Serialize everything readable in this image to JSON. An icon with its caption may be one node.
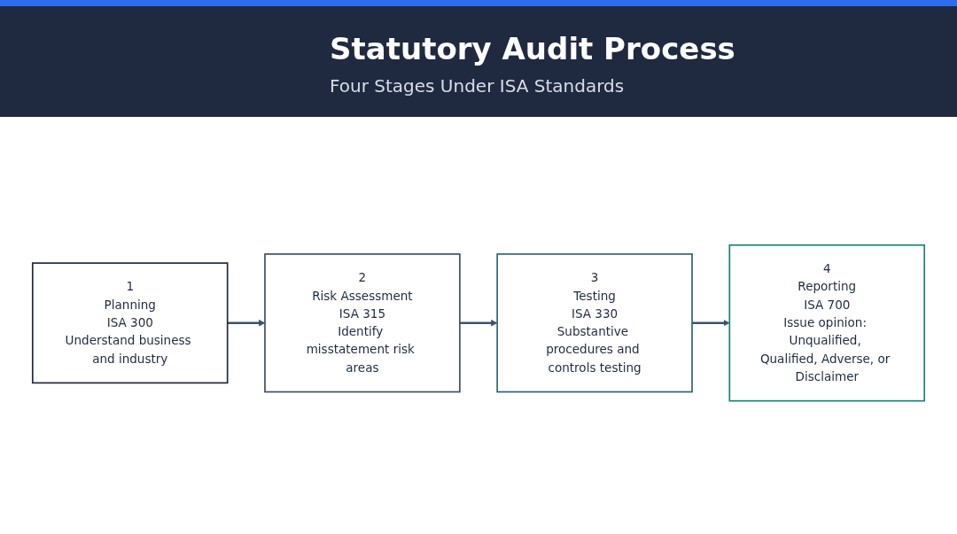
{
  "diagram": {
    "title": "Statutory Audit Process",
    "nodes": [
      {
        "text": [
          "1",
          "Planning",
          "ISA 300",
          "Understand business and industry"
        ]
      },
      {
        "text": [
          "2",
          "Risk Assessment",
          "ISA 315",
          "Identify misstatement risk areas"
        ]
      },
      {
        "text": [
          "3",
          "Testing",
          "ISA 330",
          "Substantive procedures and controls testing"
        ]
      },
      {
        "text": [
          "4",
          "Reporting",
          "ISA 700",
          "Issue opinion: Unqualified, Qualified, Adverse, or Disclaimer"
        ]
      }
    ],
    "edges": [
      {
        "from": 0,
        "to": 1,
        "arrow": "to"
      },
      {
        "from": 1,
        "to": 2,
        "arrow": "to"
      },
      {
        "from": 2,
        "to": 3,
        "arrow": "to"
      }
    ],
    "labels": [
      "Four Stages Under ISA Standards"
    ]
  }
}
